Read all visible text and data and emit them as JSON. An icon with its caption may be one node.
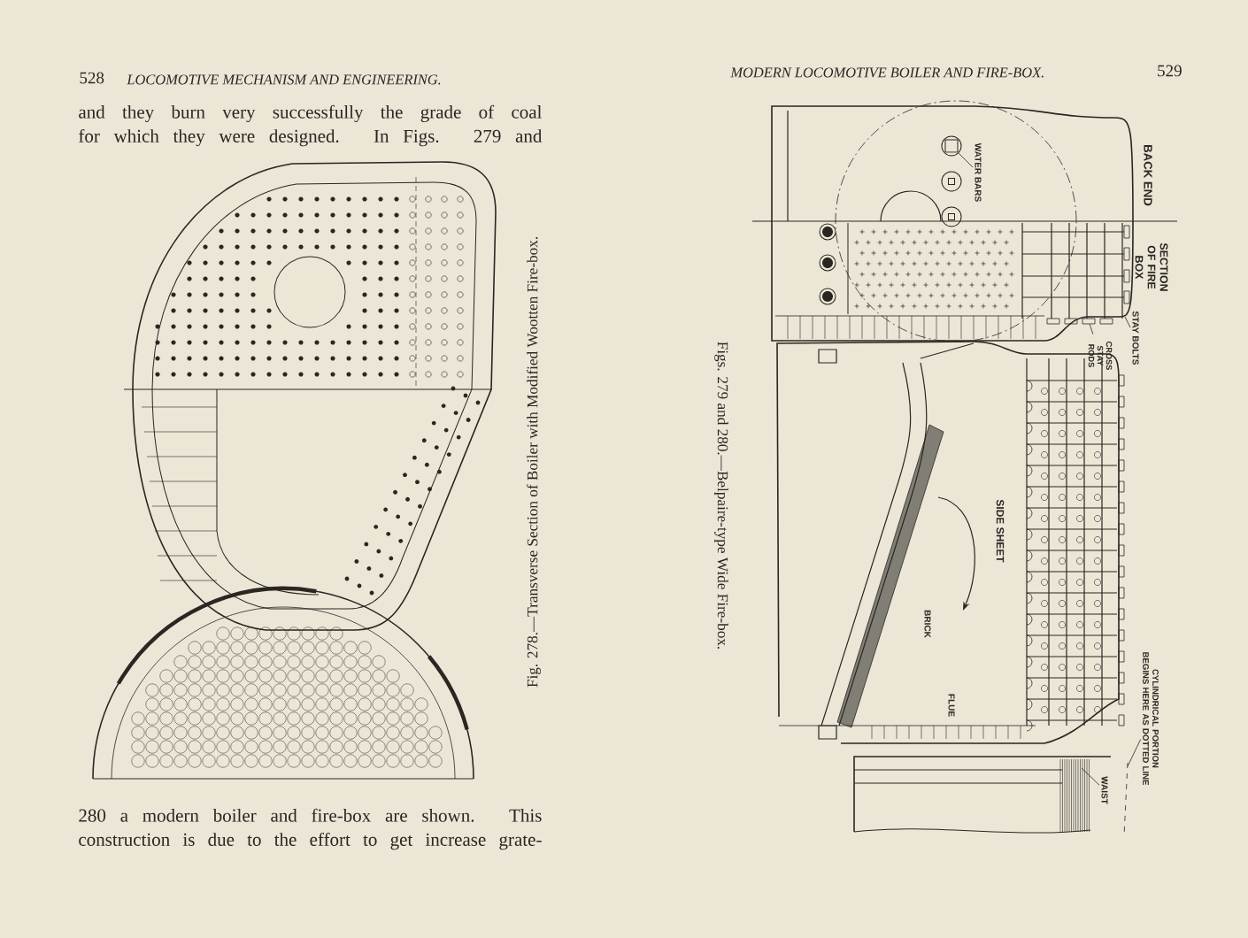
{
  "diagram": {
    "nodes": [
      {
        "text": [
          "WATER BARS"
        ]
      },
      {
        "text": [
          "STAY BOLTS"
        ]
      },
      {
        "text": [
          "CROSS STAY RODS"
        ]
      },
      {
        "text": [
          "WAIST"
        ]
      },
      {
        "text": [
          "CYLINDRICAL PORTION BEGINS HERE AS DOTTED LINE"
        ]
      },
      {
        "text": [],
        "shape": "circle"
      },
      {
        "text": [],
        "shape": "box"
      }
    ],
    "edges": [
      {
        "from": 0,
        "to": 5,
        "arrow": "none"
      },
      {
        "from": 1,
        "to": null,
        "arrow": "none"
      },
      {
        "from": 2,
        "to": 6,
        "arrow": "none"
      },
      {
        "from": 3,
        "to": null,
        "arrow": "none"
      },
      {
        "from": 4,
        "to": null,
        "arrow": "none"
      }
    ],
    "labels": [
      "528",
      "LOCOMOTIVE MECHANISM AND ENGINEERING.",
      "and they burn very successfully the grade of coal for which they were designed. In Figs. 279 and",
      "Fig. 278.—Transverse Section of Boiler with Modified Wootten Fire-box.",
      "280 a modern boiler and fire-box are shown. This construction is due to the effort to get increase grate-",
      "MODERN LOCOMOTIVE BOILER AND FIRE-BOX.",
      "529",
      "BACK END",
      "SECTION OF FIRE BOX",
      "Figs. 279 and 280.—Belpaire-type Wide Fire-box.",
      "SIDE SHEET",
      "BRICK",
      "FLUE"
    ]
  }
}
